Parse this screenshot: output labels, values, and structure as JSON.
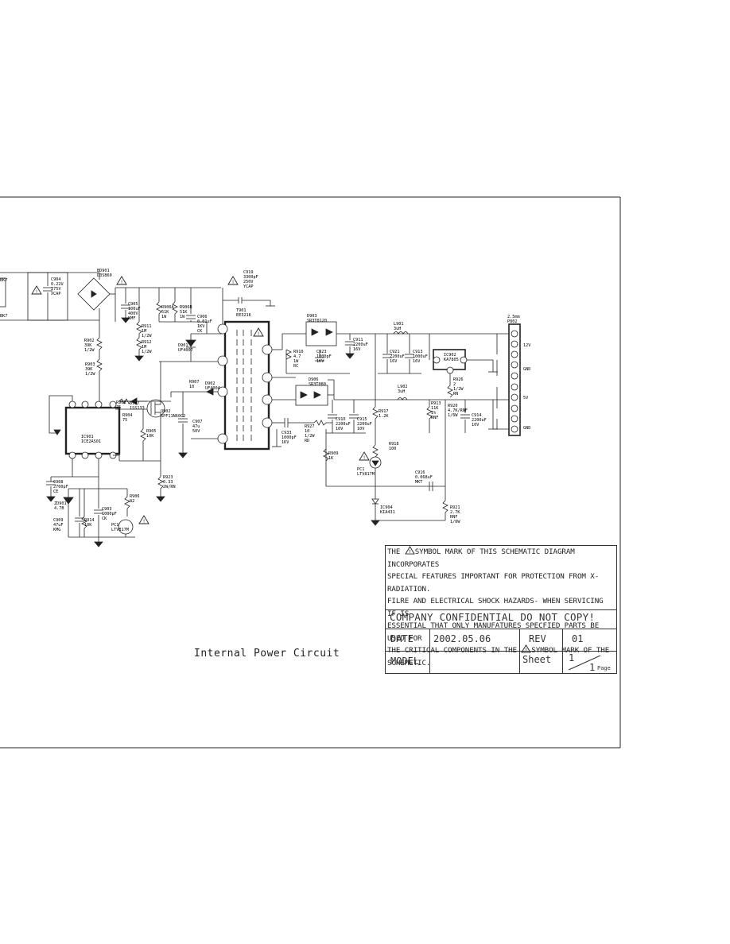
{
  "title": "Internal Power Circuit",
  "notice": {
    "lines": [
      "THE SYMBOL MARK OF THIS SCHEMATIC DIAGRAM INCORPORATES",
      "SPECIAL FEATURES IMPORTANT FOR PROTECTION FROM X-RADIATION.",
      "FILRE AND ELECTRICAL SHOCK HAZARDS- WHEN SERVICING IF IS",
      "ESSENTIAL THAT ONLY MANUFATURES SPECFIED PARTS BE USED FOR",
      "THE CRITICAL COMPONENTS IN THE SYMBOL MARK OF THE SCHEMETIC."
    ],
    "line1_pre": "THE ",
    "line1_post": "SYMBOL MARK OF THIS SCHEMATIC DIAGRAM INCORPORATES",
    "line2": "SPECIAL FEATURES IMPORTANT FOR PROTECTION FROM X-RADIATION.",
    "line3": "FILRE AND ELECTRICAL SHOCK HAZARDS- WHEN SERVICING IF IS",
    "line4": "ESSENTIAL THAT ONLY MANUFATURES SPECFIED PARTS BE USED FOR",
    "line5_pre": "THE CRITICAL COMPONENTS IN THE ",
    "line5_post": "SYMBOL MARK OF THE SCHEMETIC."
  },
  "title_block": {
    "confidential": "COMPANY CONFIDENTIAL DO NOT COPY!",
    "date_label": "DATE",
    "date_value": "2002.05.06",
    "rev_label": "REV",
    "rev_value": "01",
    "model_label": "MODEL",
    "model_value": "",
    "sheet_label": "Sheet",
    "sheet_num": "1",
    "sheet_total": "1",
    "page_label": "Page"
  },
  "components": {
    "bd901": "BD901\nD3SB60",
    "c904": "C904\n0.22U\n275V\nXCAP",
    "c905": "C905\n100uF\n400V\nKMF",
    "r911": "R911\n1M\n1/2W",
    "r912": "R912\n1M\n1/2W",
    "r906a": "R906A\n51K\n1W",
    "r906b": "R906B\n51K\n1W",
    "c906": "C906\n0.01uF\n1KV\nCK",
    "d901": "D901\nUF4007",
    "c919": "C919\n3300pF\n250V\nYCAP",
    "t901": "T901\nEE3216",
    "r902": "R902\n39K\n1/2W",
    "r903": "R903\n39K\n1/2W",
    "r907": "R907\n10",
    "d902": "D902\nUF4004",
    "c907": "C907\n47u\n50V",
    "r908": "R908\n75",
    "r904": "R904\n75",
    "d907": "D907\n1SS133",
    "q902": "Q902\nSPF11N60C2",
    "r905": "R905\n10K",
    "ic901": "IC901\nICE2AS01",
    "r923": "R923\n0.33\n2W/RN",
    "c908": "C908\n2700pF\nCE",
    "zd901": "ZD901\n4.7B",
    "c909": "C909\n47uF\nKMG",
    "r914": "R914\n10K",
    "c903": "C903\n1000pF\nCK",
    "r906": "R906\n82",
    "pc1a": "PC1\nLTV817M",
    "d903": "D903\nSR3T0120",
    "r910": "R910\n4.7\n1W\nRC",
    "c923": "C923\n1000pF\n1KV",
    "c911": "C911\n2200uF\n16V",
    "l901": "L901\n3uH",
    "c921": "C921\n2200uF\n16V",
    "c913": "C913\n1000uF\n16V",
    "ic902": "IC902\nKA7805",
    "r926": "R926\n2\n1/2W\nRN",
    "d906": "D906\nSR3T080",
    "l902": "L902\n3uH",
    "c933": "C933\n1000pF\n1KV",
    "r927": "R927\n10\n1/2W\nRD",
    "c910": "C910\n2200uF\n10V",
    "c915": "C915\n2200uF\n10V",
    "r917": "R917\n1.2K",
    "r913": "R913\n11K\n1%\nRNF",
    "r920": "R920\n4.7K/RNF\n1/6W",
    "c914": "C914\n2200uF\n10V",
    "r909": "R909\n1K",
    "r918": "R918\n100",
    "pc1b": "PC1\nLTV817M",
    "c916": "C916\n0.068uF\nMKT",
    "ic904": "IC904\nKIA431",
    "r921": "R921\n2.7K\nRNF\n1/6W",
    "p802": "2.5mm\nP802",
    "pin12v": "12V",
    "gnd1": "GND",
    "pin5v": "5V",
    "gnd2": "GND",
    "left1": "BK7",
    "left2": "BK7"
  }
}
